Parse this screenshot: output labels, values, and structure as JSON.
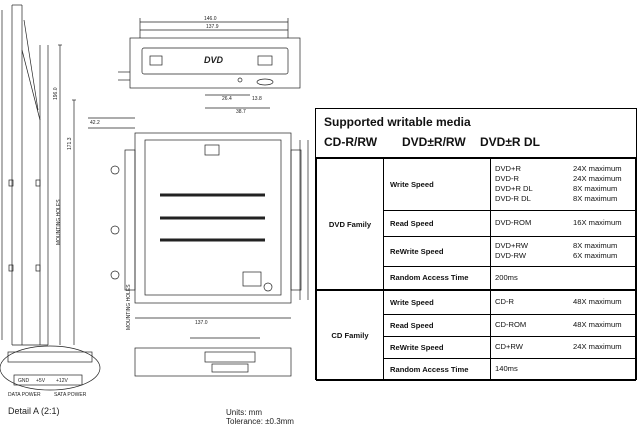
{
  "drawing": {
    "top_dims": {
      "width_outer": "146.0",
      "width_inner": "137.9",
      "d1": "26.4",
      "d2": "13.8",
      "d3": "38.7"
    },
    "side_dims": {
      "height1": "196.0",
      "height2": "171.3",
      "note": "MOUNTING HOLES"
    },
    "front_dims": {
      "w1": "137.0",
      "w2": "42.2",
      "side_note": "MOUNTING HOLES"
    },
    "detail": {
      "label": "Detail A (2:1)",
      "pins": [
        "GND",
        "+5V",
        "+12V"
      ],
      "connectors": [
        "DATA POWER",
        "SATA POWER"
      ]
    },
    "units": {
      "units_label": "Units: mm",
      "tolerance_label": "Tolerance: ±0.3mm"
    },
    "dvd_logo": "DVD"
  },
  "spec": {
    "title": "Supported writable media",
    "media_headers": [
      "CD-R/RW",
      "DVD±R/RW",
      "DVD±R DL"
    ],
    "dvd_family": {
      "name": "DVD Family",
      "rows": [
        {
          "feature": "Write Speed",
          "items": [
            [
              "DVD+R",
              "24X maximum"
            ],
            [
              "DVD-R",
              "24X maximum"
            ],
            [
              "DVD+R DL",
              "8X maximum"
            ],
            [
              "DVD-R DL",
              "8X maximum"
            ]
          ]
        },
        {
          "feature": "Read Speed",
          "items": [
            [
              "DVD-ROM",
              "16X maximum"
            ]
          ]
        },
        {
          "feature": "ReWrite Speed",
          "items": [
            [
              "DVD+RW",
              "8X maximum"
            ],
            [
              "DVD-RW",
              "6X maximum"
            ]
          ]
        },
        {
          "feature": "Random Access Time",
          "items": [
            [
              "200ms",
              ""
            ]
          ]
        }
      ]
    },
    "cd_family": {
      "name": "CD Family",
      "rows": [
        {
          "feature": "Write Speed",
          "items": [
            [
              "CD-R",
              "48X maximum"
            ]
          ]
        },
        {
          "feature": "Read Speed",
          "items": [
            [
              "CD-ROM",
              "48X maximum"
            ]
          ]
        },
        {
          "feature": "ReWrite Speed",
          "items": [
            [
              "CD+RW",
              "24X maximum"
            ]
          ]
        },
        {
          "feature": "Random Access Time",
          "items": [
            [
              "140ms",
              ""
            ]
          ]
        }
      ]
    }
  }
}
